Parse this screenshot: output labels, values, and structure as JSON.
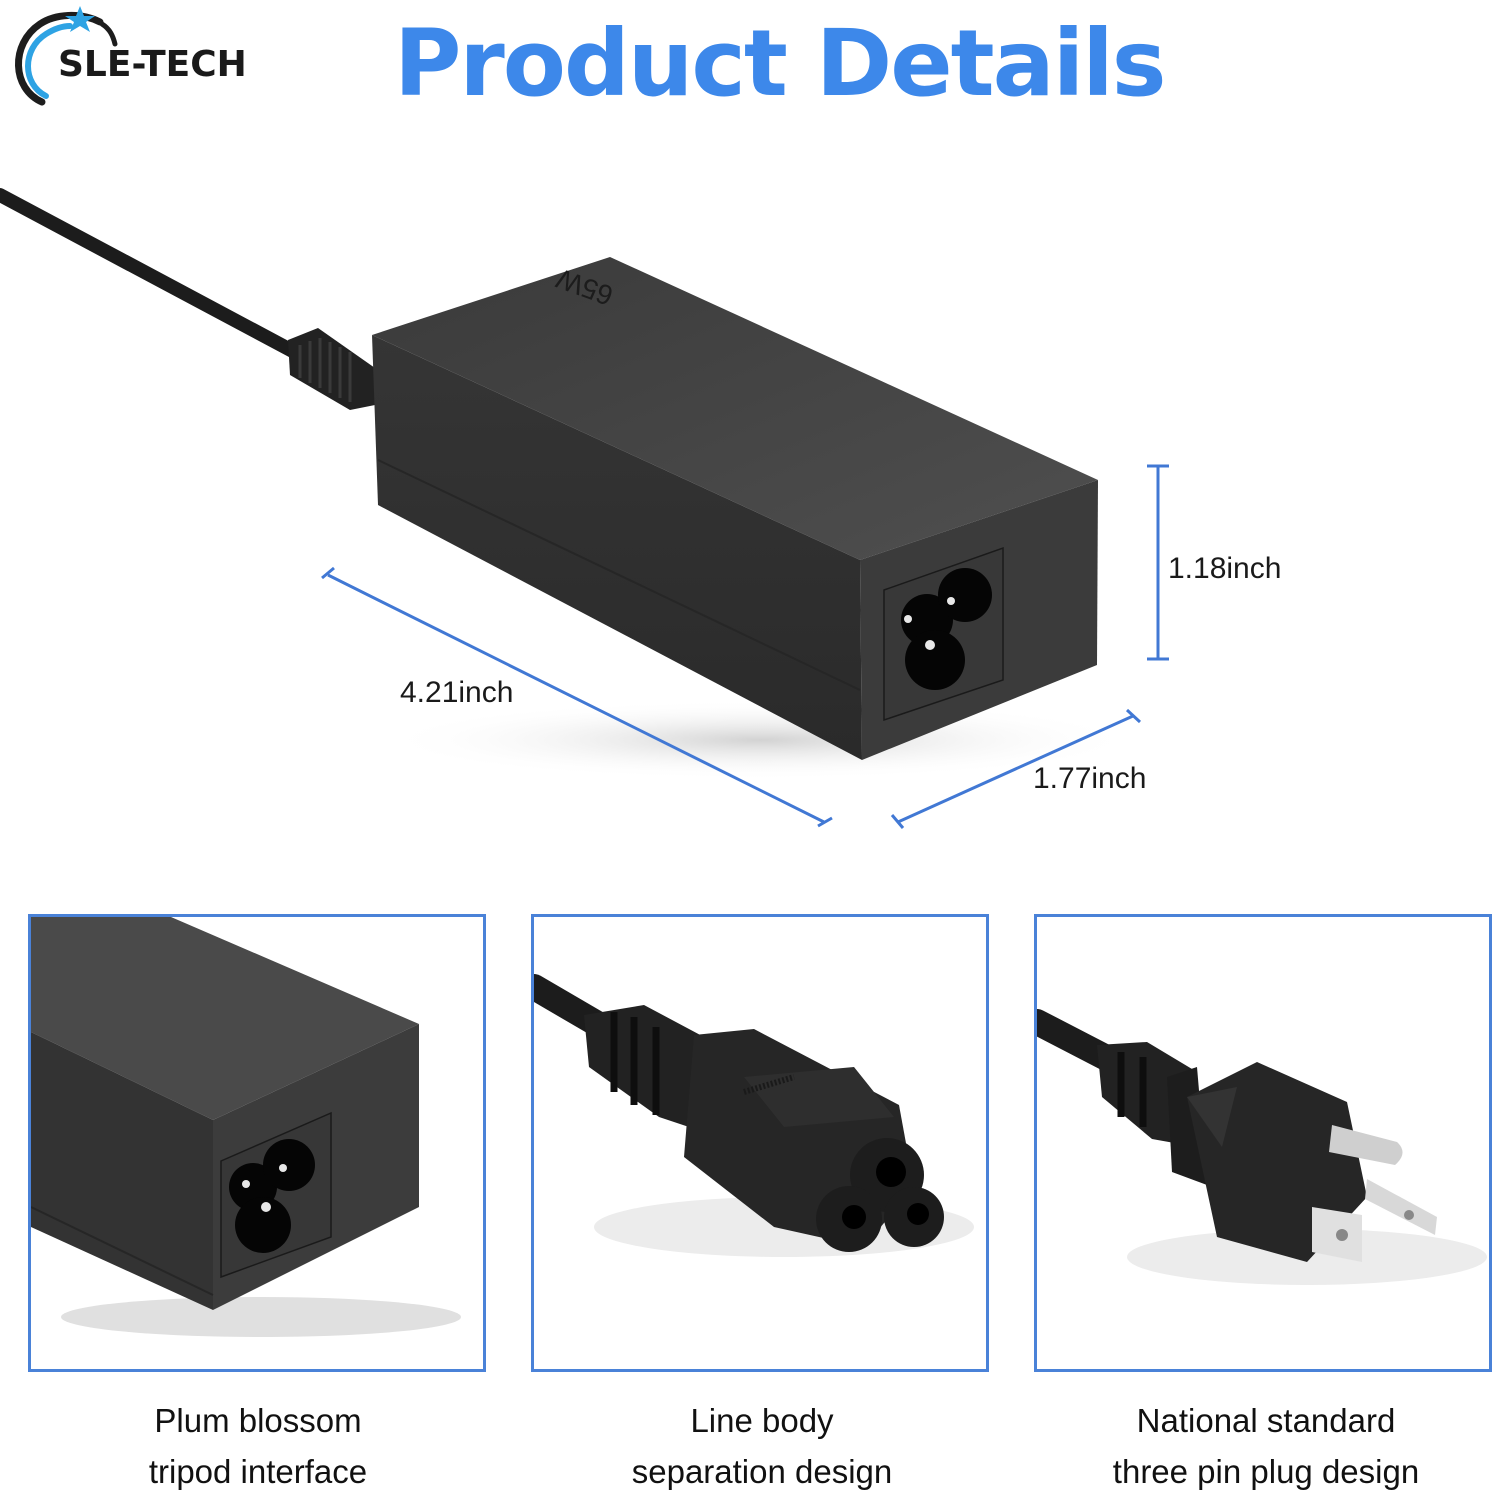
{
  "brand": {
    "logo_text": "SLE-TECH",
    "logo_icon": "star-swoosh-icon",
    "colors": {
      "accent_blue": "#3d88ea",
      "logo_blue": "#2ea3e4",
      "frame_blue": "#4a82d8",
      "product_black": "#2b2b2b"
    }
  },
  "header": {
    "title": "Product Details"
  },
  "hero": {
    "product": "power-adapter",
    "wattage_label": "65W",
    "dimensions": {
      "length": "4.21inch",
      "width": "1.77inch",
      "height": "1.18inch"
    }
  },
  "details": [
    {
      "image": "adapter-port-closeup",
      "caption_line1": "Plum blossom",
      "caption_line2": "tripod interface"
    },
    {
      "image": "c5-connector-closeup",
      "caption_line1": "Line body",
      "caption_line2": "separation design"
    },
    {
      "image": "us-plug-closeup",
      "caption_line1": "National standard",
      "caption_line2": "three pin plug design"
    }
  ]
}
